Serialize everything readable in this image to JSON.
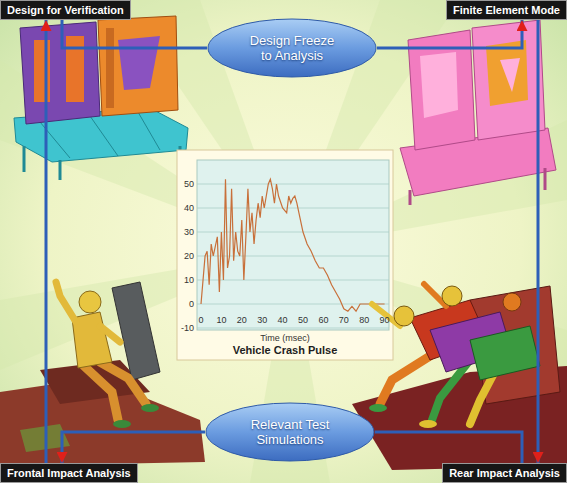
{
  "diagram": {
    "nodes": [
      {
        "text": [
          "Design for Verification"
        ]
      },
      {
        "text": [
          "Design Freeze to Analysis"
        ]
      },
      {
        "text": [
          "Finite Element Mode"
        ]
      },
      {
        "text": [
          "Time (msec)",
          "Vehicle Crash Pulse"
        ]
      },
      {
        "text": [
          "Relevant Test Simulations"
        ]
      },
      {
        "text": [
          "Frontal Impact Analysis"
        ]
      },
      {
        "text": [
          "Rear Impact Analysis"
        ]
      }
    ],
    "edges": [
      {
        "from": 0,
        "to": 1,
        "arrow": "none"
      },
      {
        "from": 1,
        "to": 2,
        "arrow": "to"
      },
      {
        "from": 2,
        "to": 6,
        "arrow": "to"
      },
      {
        "from": 6,
        "to": 4,
        "arrow": "none"
      },
      {
        "from": 4,
        "to": 5,
        "arrow": "to"
      },
      {
        "from": 5,
        "to": 0,
        "arrow": "to"
      }
    ],
    "labels": [
      "50",
      "40",
      "30",
      "20",
      "10",
      "0",
      "-10",
      "0",
      "10",
      "20",
      "30",
      "40",
      "50",
      "60",
      "70",
      "80",
      "90"
    ]
  }
}
